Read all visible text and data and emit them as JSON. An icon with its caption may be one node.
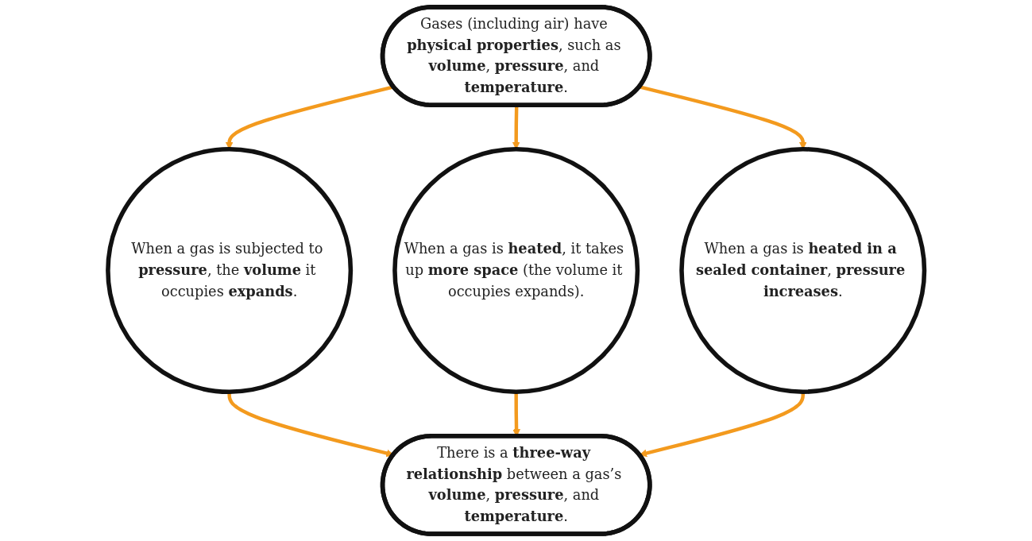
{
  "diagram": {
    "nodes": [
      {
        "text": [
          "Gases (including air) have **physical properties**, such as **volume**, **pressure**, and **temperature**."
        ]
      },
      {
        "text": [
          "When a gas is subjected to **pressure**, the **volume** it occupies **expands**."
        ]
      },
      {
        "text": [
          "When a gas is **heated**, it takes up **more space** (the volume it occupies expands)."
        ]
      },
      {
        "text": [
          "When a gas is **heated in a sealed container**, **pressure increases**."
        ]
      },
      {
        "text": [
          "There is a **three-way relationship** between a gas’s **volume**, **pressure**, and **temperature**."
        ]
      }
    ],
    "edges": [
      {
        "from": 0,
        "to": 1,
        "arrow": "to"
      },
      {
        "from": 0,
        "to": 2,
        "arrow": "to"
      },
      {
        "from": 0,
        "to": 3,
        "arrow": "to"
      },
      {
        "from": 1,
        "to": 4,
        "arrow": "to"
      },
      {
        "from": 2,
        "to": 4,
        "arrow": "to"
      },
      {
        "from": 3,
        "to": 4,
        "arrow": "to"
      }
    ]
  }
}
